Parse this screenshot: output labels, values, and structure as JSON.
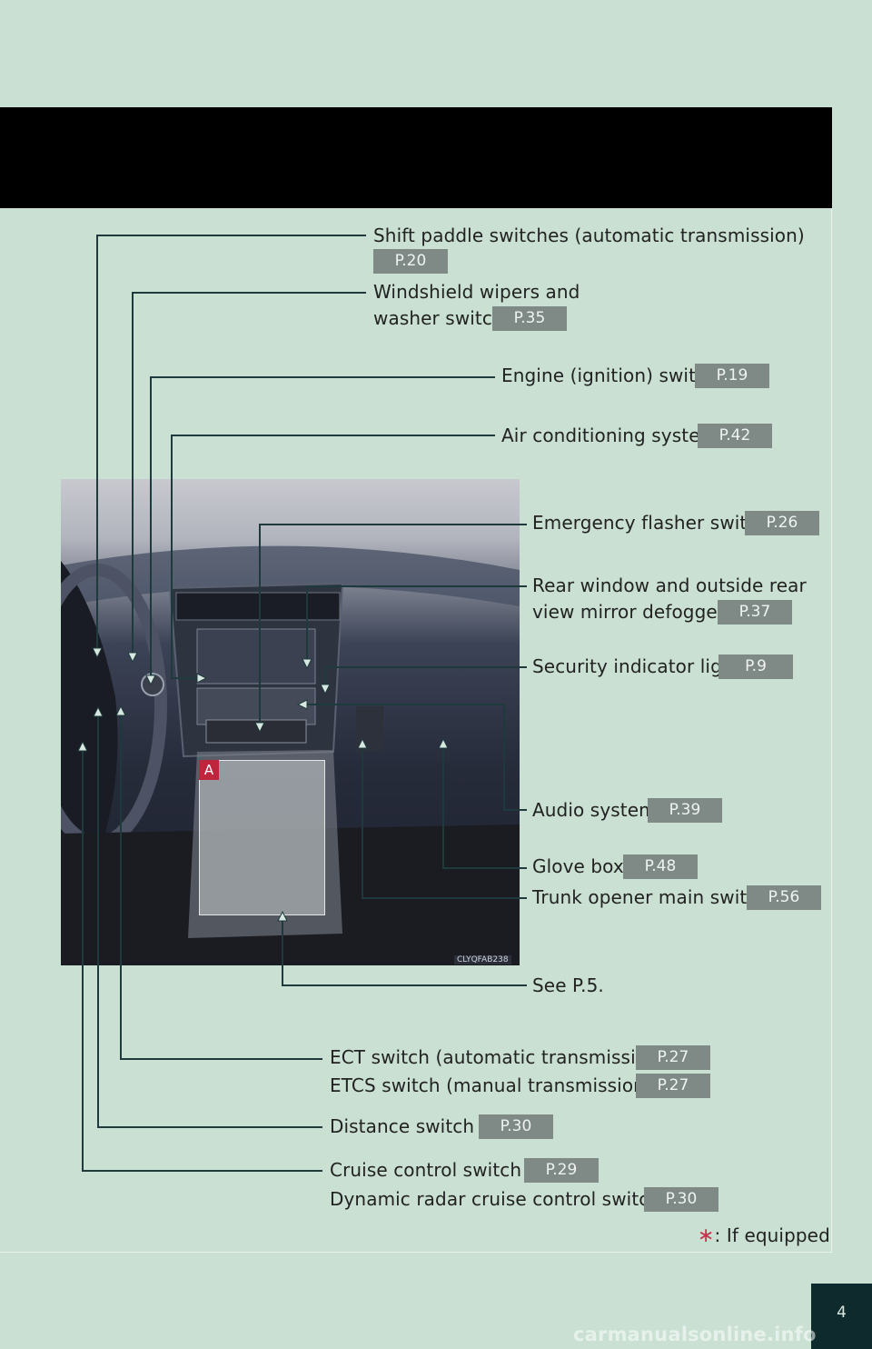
{
  "items": {
    "shift_paddle": {
      "label": "Shift paddle switches (automatic transmission)",
      "ref": "P.20"
    },
    "wipers": {
      "line1": "Windshield wipers and",
      "line2": "washer switch",
      "ref": "P.35"
    },
    "engine": {
      "label": "Engine (ignition) switch",
      "ref": "P.19"
    },
    "aircon": {
      "label": "Air conditioning system",
      "ref": "P.42"
    },
    "flasher": {
      "label": "Emergency flasher switch",
      "ref": "P.26"
    },
    "defogger": {
      "line1": "Rear window and outside rear",
      "line2": "view mirror defoggers",
      "ref": "P.37"
    },
    "security": {
      "label": "Security indicator light",
      "ref": "P.9"
    },
    "audio": {
      "label": "Audio system",
      "ref": "P.39"
    },
    "glovebox": {
      "label": "Glove box",
      "ref": "P.48"
    },
    "trunk": {
      "label": "Trunk opener main switch",
      "ref": "P.56"
    },
    "see_p5": {
      "label": "See P.5."
    },
    "ect": {
      "label": "ECT switch (automatic transmission)",
      "ref": "P.27"
    },
    "etcs": {
      "label": "ETCS switch (manual transmission)",
      "ref": "P.27"
    },
    "distance": {
      "label": "Distance switch",
      "ref": "P.30"
    },
    "cruise": {
      "label": "Cruise control switch",
      "ref": "P.29"
    },
    "radar": {
      "label": "Dynamic radar cruise control switch",
      "ref": "P.30"
    }
  },
  "footnote": {
    "symbol": "∗",
    "text": ": If equipped"
  },
  "asterisk": "∗",
  "photo": {
    "code": "CLYQFAB238",
    "section_badge": "A"
  },
  "page_number": "4",
  "watermark": "carmanualsonline.info",
  "colors": {
    "background": "#c9e0d2",
    "header": "#000000",
    "ref_badge": "#7f8a86",
    "asterisk": "#c8324b",
    "section_badge": "#c0253e"
  }
}
